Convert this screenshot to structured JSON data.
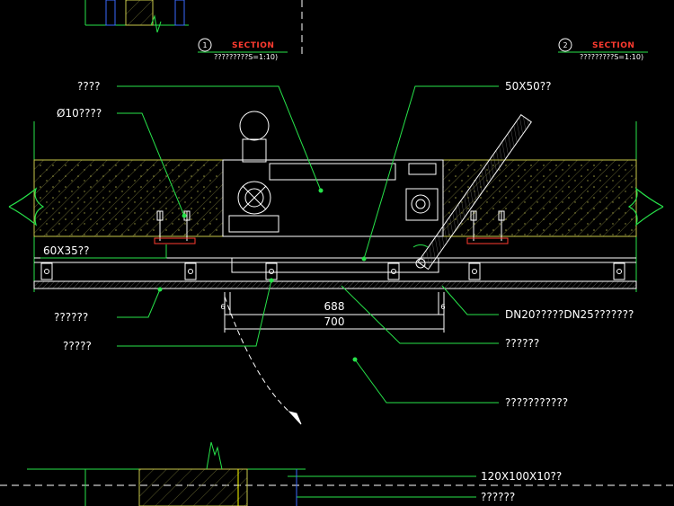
{
  "header": {
    "left_section": {
      "number": "1",
      "title": "SECTION",
      "subtitle": "?????????S=1:10)"
    },
    "right_section": {
      "number": "2",
      "title": "SECTION",
      "subtitle": "?????????S=1:10)"
    }
  },
  "labels": {
    "top_left_1": "????",
    "top_left_2": "Ø10????",
    "top_right": "50X50??",
    "angle_label": "60X35??",
    "left_mid": "??????",
    "left_low": "?????",
    "dim_688": "688",
    "dim_700": "700",
    "dim_6_left": "6",
    "dim_6_right": "6",
    "right_pipe": "DN20?????DN25???????",
    "right_mid": "??????",
    "right_low": "???????????",
    "bottom_right_1": "120X100X10??",
    "bottom_right_2": "??????"
  },
  "colors": {
    "background": "#000000",
    "leader": "#27e34a",
    "concrete": "#c9c94a",
    "outline": "#ffffff",
    "text": "#ffffff",
    "section_red": "#ff3b30",
    "dashed": "#ffffff"
  }
}
